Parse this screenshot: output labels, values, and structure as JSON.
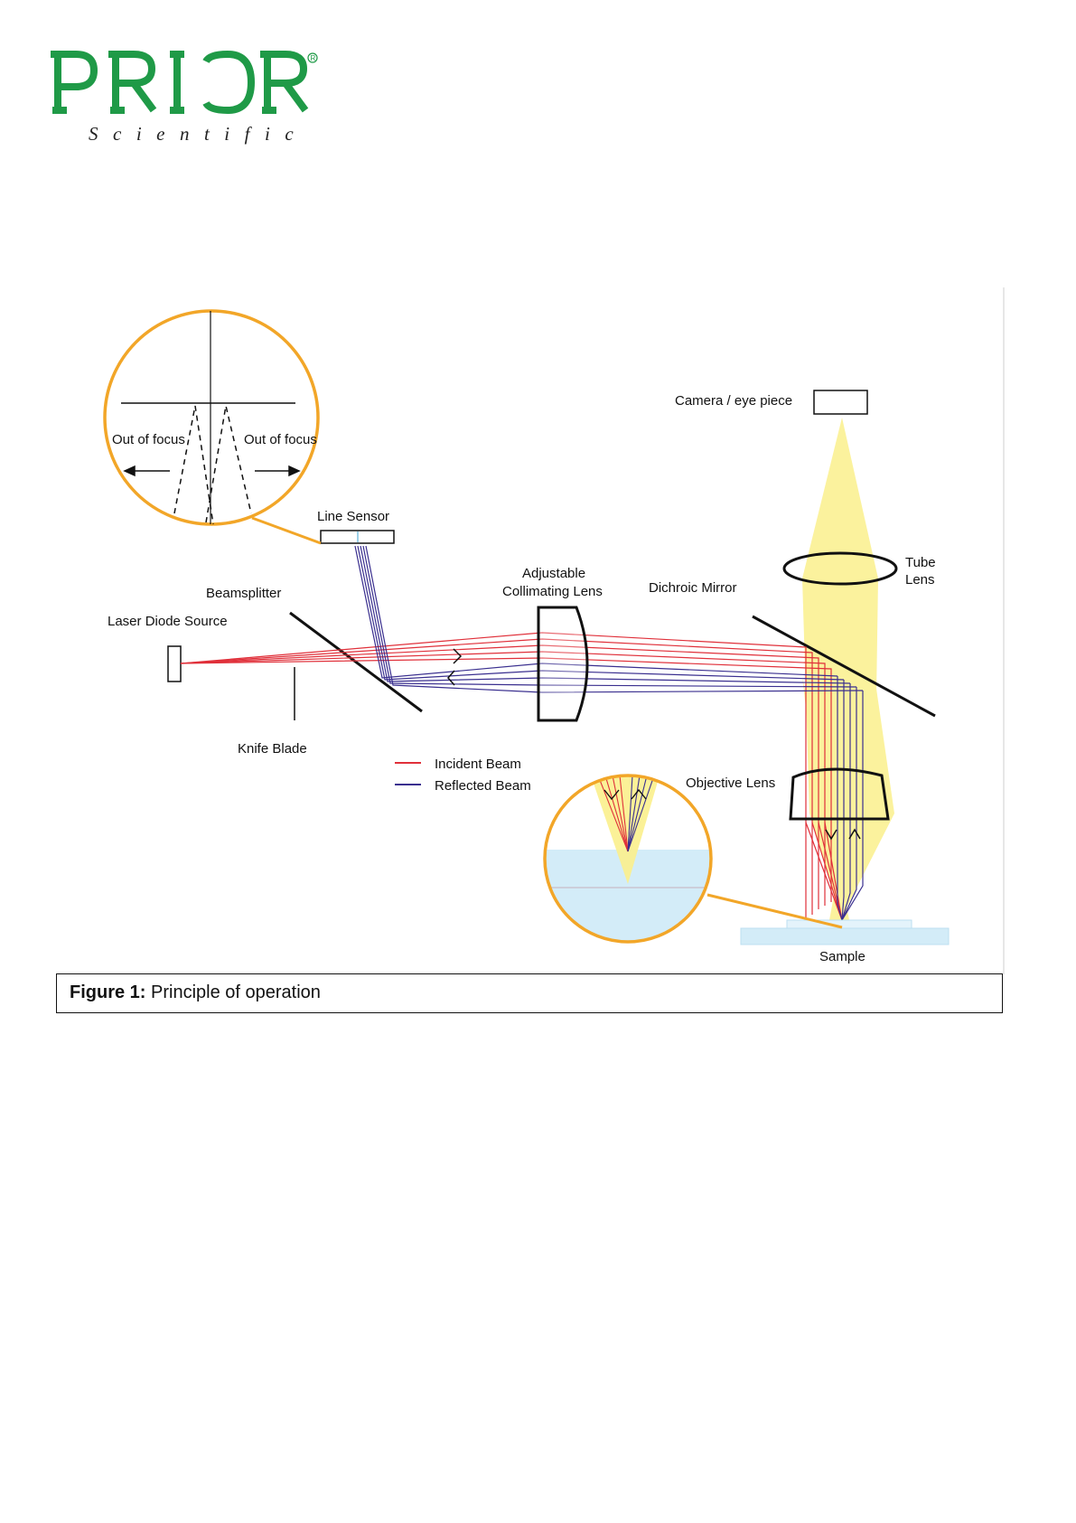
{
  "logo": {
    "brand": "PRIOR",
    "registered": "®",
    "sub": "Scientific",
    "color": "#1f9a47"
  },
  "diagram": {
    "labels": {
      "out_of_focus_left": "Out of focus",
      "out_of_focus_right": "Out of focus",
      "line_sensor": "Line Sensor",
      "beamsplitter": "Beamsplitter",
      "laser_source": "Laser Diode Source",
      "knife_blade": "Knife Blade",
      "collimating_1": "Adjustable",
      "collimating_2": "Collimating Lens",
      "dichroic": "Dichroic Mirror",
      "camera": "Camera / eye piece",
      "tube_1": "Tube",
      "tube_2": "Lens",
      "objective": "Objective Lens",
      "sample": "Sample"
    },
    "legend": [
      {
        "label": "Incident Beam",
        "color": "#e0303a"
      },
      {
        "label": "Reflected Beam",
        "color": "#3a2f8f"
      }
    ],
    "colors": {
      "callout": "#f2a628",
      "beam_fill": "#fbf08c",
      "sample": "#d3ecf8"
    }
  },
  "caption": {
    "bold": "Figure 1:",
    "text": "Principle of operation"
  }
}
